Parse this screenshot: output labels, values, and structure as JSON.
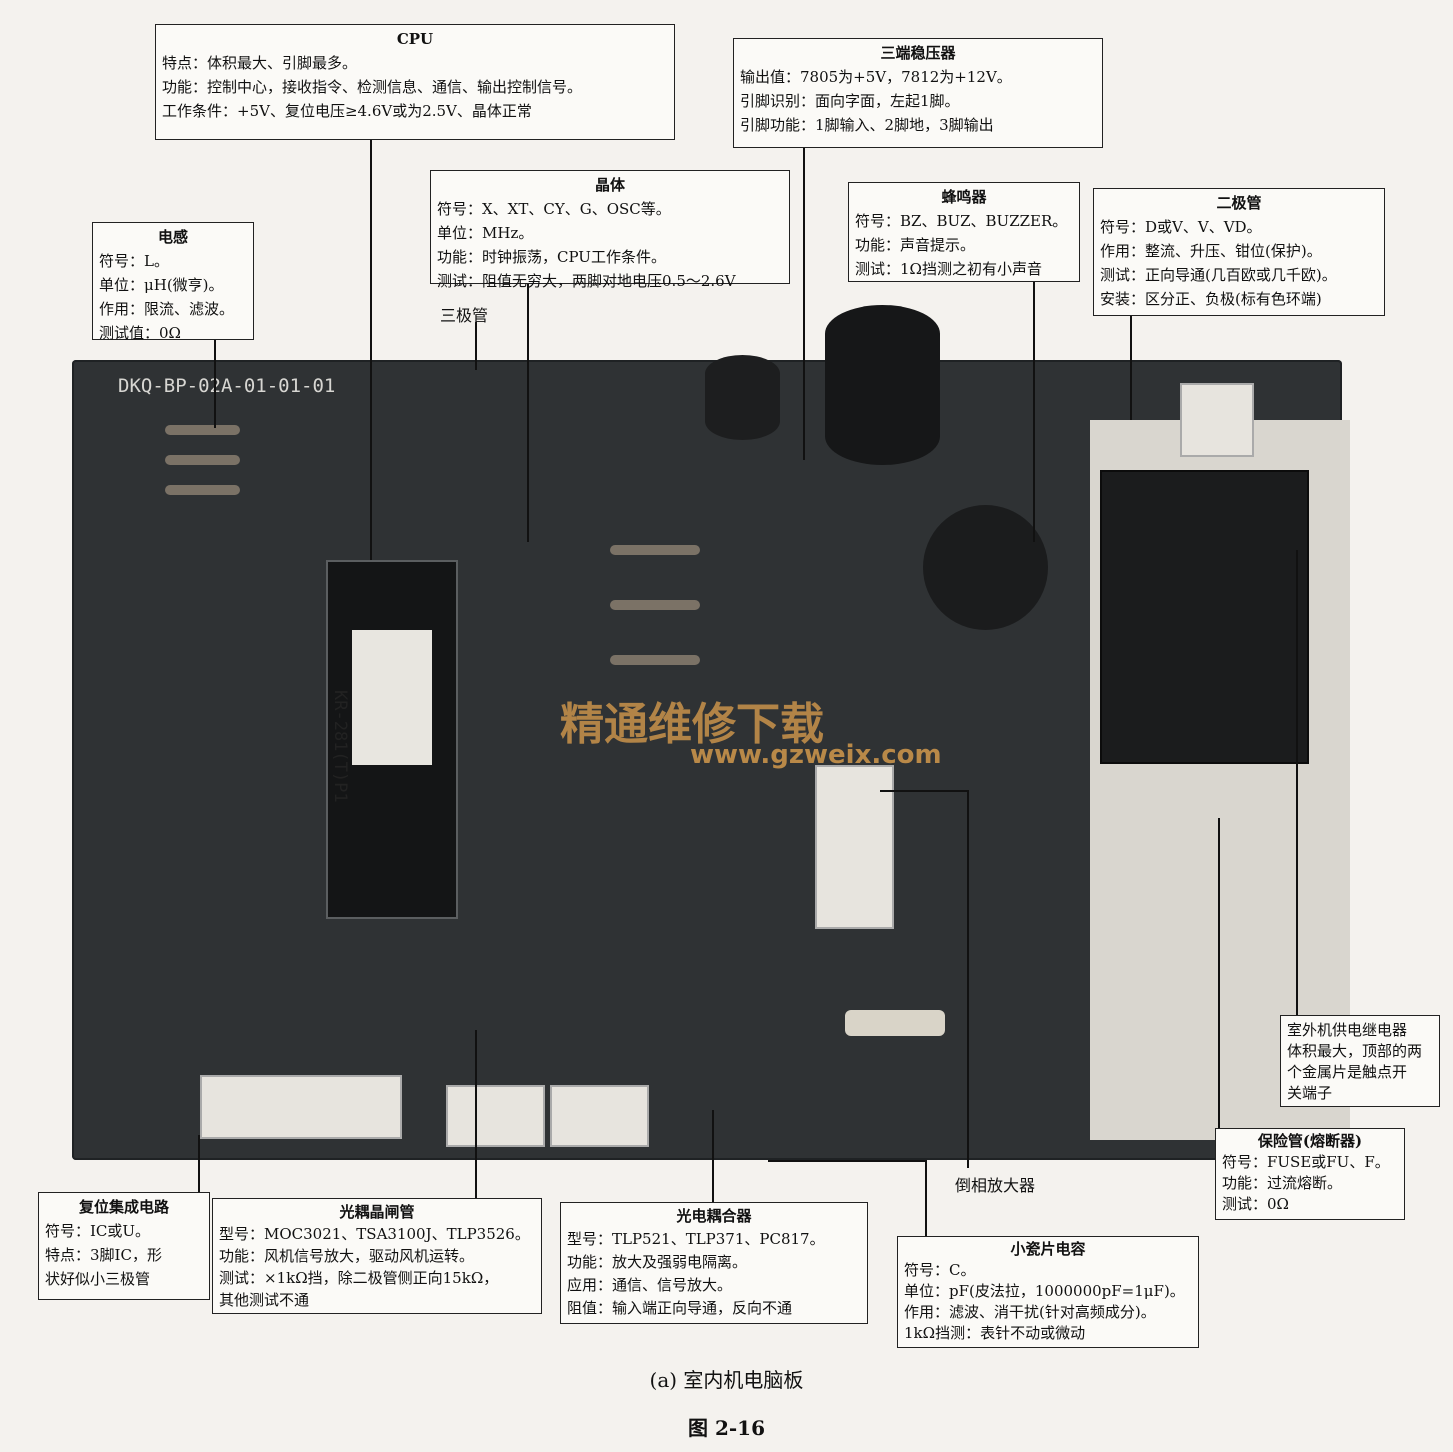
{
  "pcb": {
    "model": "DKQ-BP-02A-01-01-01",
    "chip_label": "KR-281(T)P1"
  },
  "watermark": {
    "cn": "精通维修下载",
    "url": "www.gzweix.com"
  },
  "boxes": {
    "cpu": {
      "title": "CPU",
      "lines": [
        "特点：体积最大、引脚最多。",
        "功能：控制中心，接收指令、检测信息、通信、输出控制信号。",
        "工作条件：+5V、复位电压≥4.6V或为2.5V、晶体正常"
      ]
    },
    "regulator": {
      "title": "三端稳压器",
      "lines": [
        "输出值：7805为+5V，7812为+12V。",
        "引脚识别：面向字面，左起1脚。",
        "引脚功能：1脚输入、2脚地，3脚输出"
      ]
    },
    "crystal": {
      "title": "晶体",
      "lines": [
        "符号：X、XT、CY、G、OSC等。",
        "单位：MHz。",
        "功能：时钟振荡，CPU工作条件。",
        "测试：阻值无穷大，两脚对地电压0.5～2.6V"
      ]
    },
    "buzzer": {
      "title": "蜂鸣器",
      "lines": [
        "符号：BZ、BUZ、BUZZER。",
        "功能：声音提示。",
        "测试：1Ω挡测之初有小声音"
      ]
    },
    "diode": {
      "title": "二极管",
      "lines": [
        "符号：D或V、V、VD。",
        "作用：整流、升压、钳位(保护)。",
        "测试：正向导通(几百欧或几千欧)。",
        "安装：区分正、负极(标有色环端)"
      ]
    },
    "inductor": {
      "title": "电感",
      "lines": [
        "符号：L。",
        "单位：μH(微亨)。",
        "作用：限流、滤波。",
        "测试值：0Ω"
      ]
    },
    "relay": {
      "lines": [
        "室外机供电继电器",
        "体积最大，顶部的两",
        "个金属片是触点开",
        "关端子"
      ]
    },
    "fuse": {
      "title": "保险管(熔断器)",
      "lines": [
        "符号：FUSE或FU、F。",
        "功能：过流熔断。",
        "测试：0Ω"
      ]
    },
    "reset": {
      "title": "复位集成电路",
      "lines": [
        "符号：IC或U。",
        "特点：3脚IC，形",
        "状好似小三极管"
      ]
    },
    "optothy": {
      "title": "光耦晶闸管",
      "lines": [
        "型号：MOC3021、TSA3100J、TLP3526。",
        "功能：风机信号放大，驱动风机运转。",
        "测试：×1kΩ挡，除二极管侧正向15kΩ，",
        "其他测试不通"
      ]
    },
    "optocoupler": {
      "title": "光电耦合器",
      "lines": [
        "型号：TLP521、TLP371、PC817。",
        "功能：放大及强弱电隔离。",
        "应用：通信、信号放大。",
        "阻值：输入端正向导通，反向不通"
      ]
    },
    "ceramic": {
      "title": "小瓷片电容",
      "lines": [
        "符号：C。",
        "单位：pF(皮法拉，1000000pF=1μF)。",
        "作用：滤波、消干扰(针对高频成分)。",
        "1kΩ挡测：表针不动或微动"
      ]
    }
  },
  "labels": {
    "transistor": "三极管",
    "inverter": "倒相放大器"
  },
  "caption": {
    "sub": "(a) 室内机电脑板",
    "fig": "图 2-16"
  }
}
